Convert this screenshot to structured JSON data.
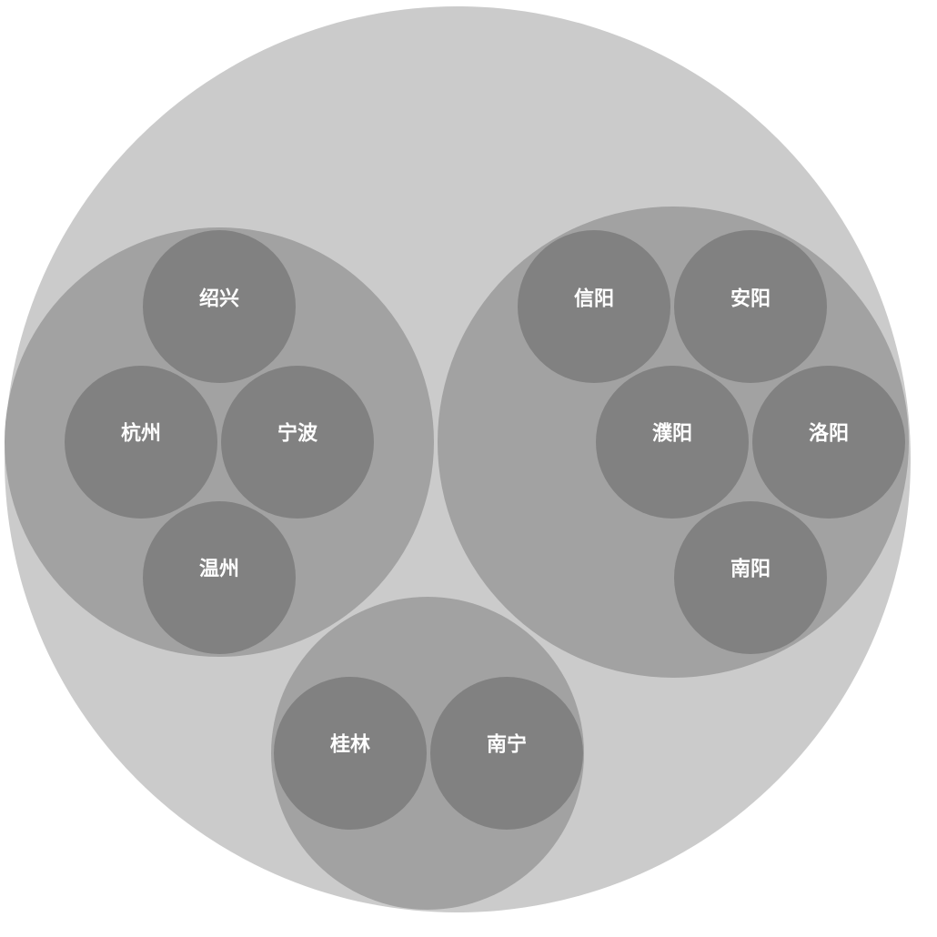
{
  "colors": {
    "root": "#cbcbcb",
    "group": "#a2a2a2",
    "leaf": "#818181",
    "label": "#ffffff"
  },
  "groups": [
    {
      "children": [
        "绍兴",
        "杭州",
        "宁波",
        "温州"
      ]
    },
    {
      "children": [
        "信阳",
        "安阳",
        "濮阳",
        "洛阳",
        "南阳"
      ]
    },
    {
      "children": [
        "桂林",
        "南宁"
      ]
    }
  ],
  "labels": {
    "shaoxing": "绍兴",
    "hangzhou": "杭州",
    "ningbo": "宁波",
    "wenzhou": "温州",
    "xinyang": "信阳",
    "anyang": "安阳",
    "puyang": "濮阳",
    "luoyang": "洛阳",
    "nanyang": "南阳",
    "guilin": "桂林",
    "nanning": "南宁"
  }
}
